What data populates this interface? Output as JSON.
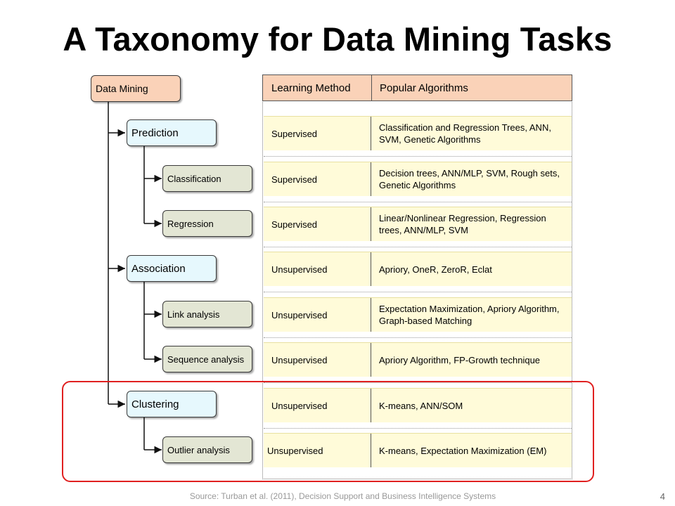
{
  "title": "A Taxonomy for Data Mining Tasks",
  "tree": {
    "root": "Data Mining",
    "prediction": "Prediction",
    "classification": "Classification",
    "regression": "Regression",
    "association": "Association",
    "link_analysis": "Link analysis",
    "sequence_analysis": "Sequence analysis",
    "clustering": "Clustering",
    "outlier_analysis": "Outlier analysis"
  },
  "table": {
    "headers": {
      "method": "Learning Method",
      "algorithms": "Popular Algorithms"
    },
    "rows": [
      {
        "method": "Supervised",
        "algorithms": "Classification and Regression Trees, ANN, SVM, Genetic Algorithms"
      },
      {
        "method": "Supervised",
        "algorithms": "Decision trees, ANN/MLP, SVM, Rough sets, Genetic Algorithms"
      },
      {
        "method": "Supervised",
        "algorithms": "Linear/Nonlinear Regression, Regression trees, ANN/MLP, SVM"
      },
      {
        "method": "Unsupervised",
        "algorithms": "Apriory, OneR, ZeroR, Eclat"
      },
      {
        "method": "Unsupervised",
        "algorithms": "Expectation Maximization, Apriory Algorithm, Graph-based Matching"
      },
      {
        "method": "Unsupervised",
        "algorithms": "Apriory Algorithm, FP-Growth technique"
      },
      {
        "method": "Unsupervised",
        "algorithms": "K-means, ANN/SOM"
      },
      {
        "method": "Unsupervised",
        "algorithms": "K-means, Expectation Maximization (EM)"
      }
    ]
  },
  "source": "Source:  Turban et al. (2011), Decision Support  and Business Intelligence Systems",
  "page_number": "4",
  "colors": {
    "root_fill": "#fad2b8",
    "category_fill": "#e6f8fd",
    "leaf_fill": "#e3e6d4",
    "row_fill": "#fffbd9",
    "highlight": "#e02020"
  }
}
